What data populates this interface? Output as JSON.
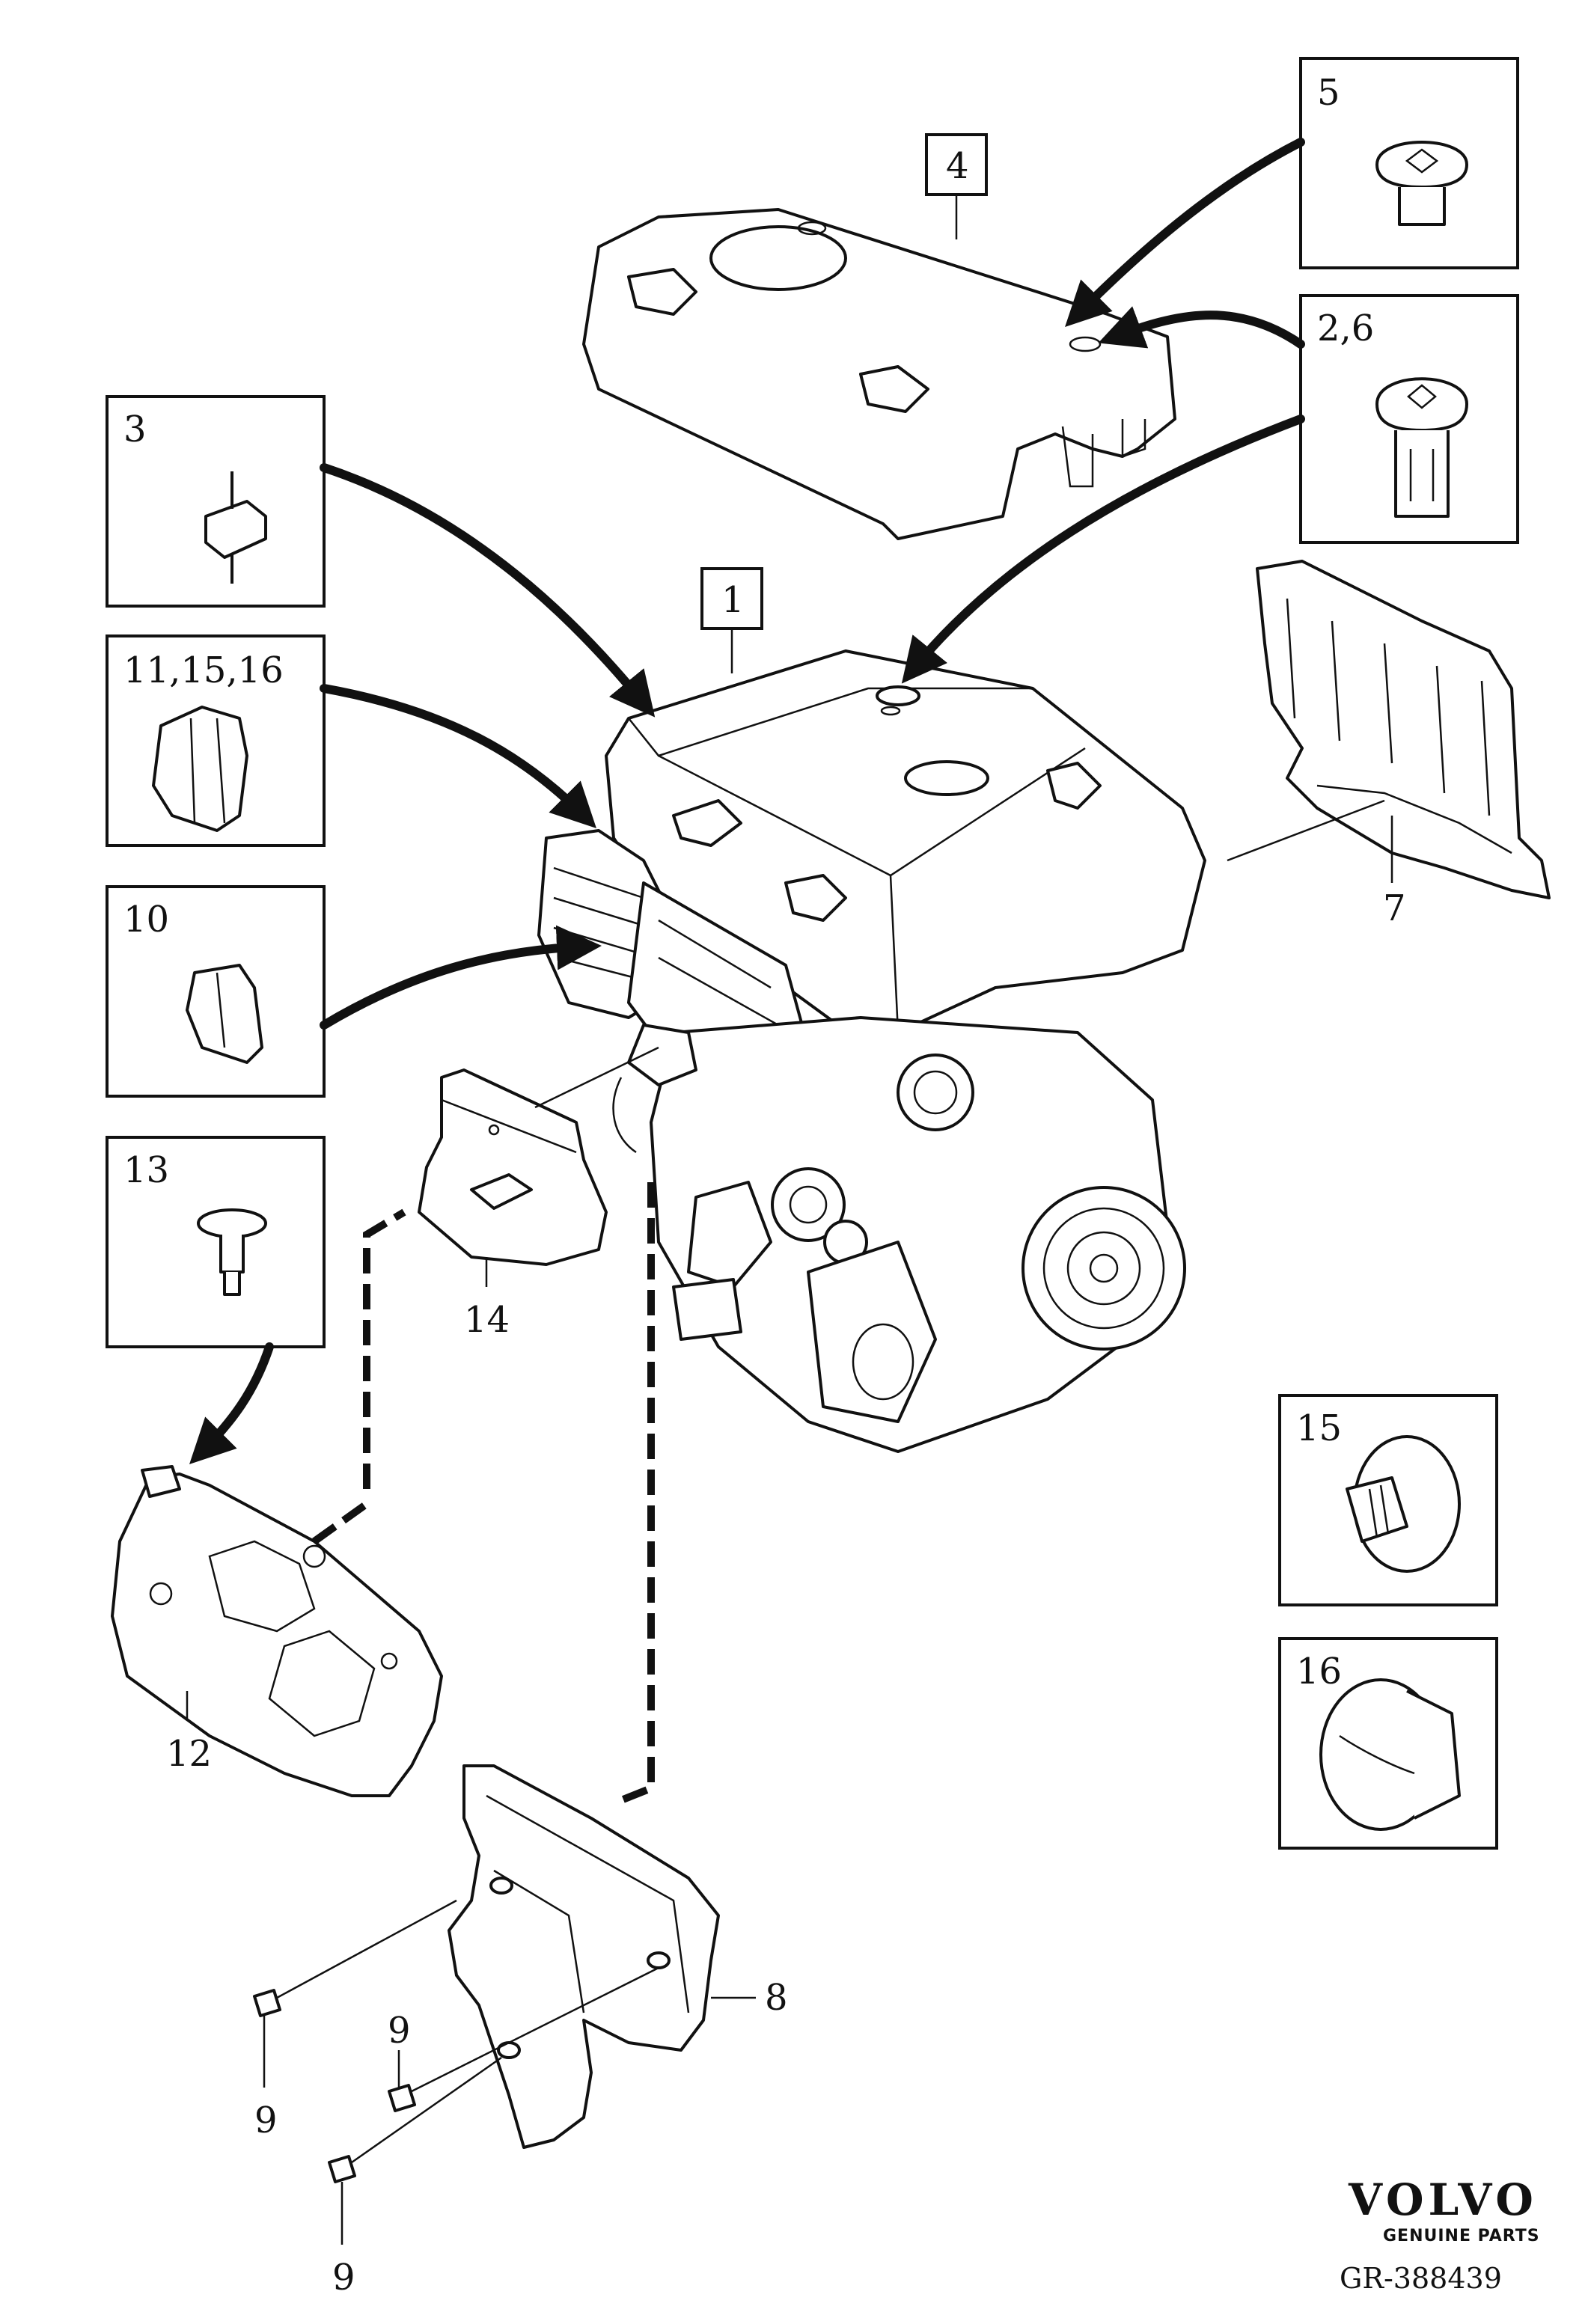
{
  "callouts": {
    "c1": "1",
    "c2_6": "2,6",
    "c3": "3",
    "c4": "4",
    "c5": "5",
    "c7": "7",
    "c8": "8",
    "c9a": "9",
    "c9b": "9",
    "c9c": "9",
    "c10": "10",
    "c11_15_16": "11,15,16",
    "c12": "12",
    "c13": "13",
    "c14": "14",
    "c15": "15",
    "c16": "16"
  },
  "brand": {
    "name": "VOLVO",
    "tagline": "GENUINE PARTS"
  },
  "drawing_number": "GR-388439",
  "icons": {
    "logo": "volvo-logo",
    "arrow": "arrow-icon"
  },
  "colors": {
    "line": "#111111",
    "background": "#ffffff"
  }
}
